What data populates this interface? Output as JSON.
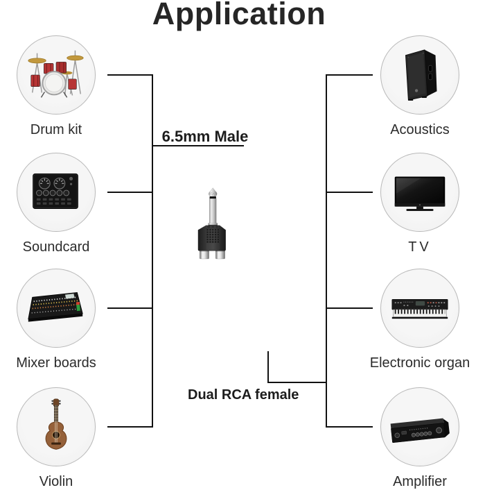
{
  "title": "Application",
  "adapter": {
    "top_label": "6.5mm Male",
    "bottom_label": "Dual RCA female",
    "image": "audio-adapter-6-5mm-to-dual-rca"
  },
  "left_items": [
    {
      "label": "Drum kit",
      "icon": "drum-kit-image"
    },
    {
      "label": "Soundcard",
      "icon": "soundcard-image"
    },
    {
      "label": "Mixer boards",
      "icon": "mixer-board-image"
    },
    {
      "label": "Violin",
      "icon": "violin-image"
    }
  ],
  "right_items": [
    {
      "label": "Acoustics",
      "icon": "speaker-image"
    },
    {
      "label": "TV",
      "icon": "tv-image"
    },
    {
      "label": "Electronic organ",
      "icon": "electronic-organ-image"
    },
    {
      "label": "Amplifier",
      "icon": "amplifier-image"
    }
  ],
  "colors": {
    "line": "#111111",
    "title_text": "#262626",
    "label_text": "#2b2b2b",
    "circle_fill": "#f3f3f3",
    "circle_border": "#b8b8b8",
    "adapter_body": "#2f2f2f",
    "metal": "#d9d9d9"
  }
}
